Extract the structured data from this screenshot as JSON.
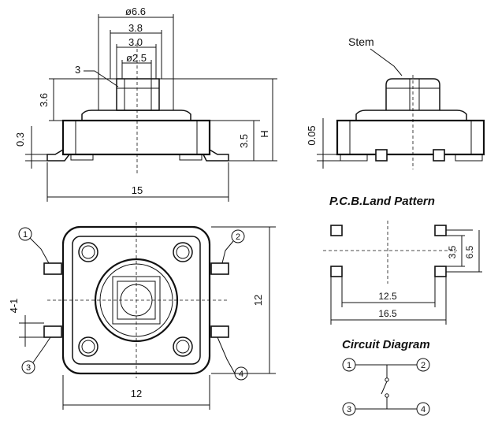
{
  "front_view": {
    "dims": {
      "stem_cap": "ø6.6",
      "stem_38": "3.8",
      "stem_30": "3.0",
      "stem_25": "ø2.5",
      "ref_3": "3",
      "height_36": "3.6",
      "height_03": "0.3",
      "height_35": "3.5",
      "height_H": "H",
      "width_15": "15"
    }
  },
  "side_view": {
    "stem_label": "Stem",
    "dims": {
      "height_005": "0.05"
    }
  },
  "top_view": {
    "dims": {
      "pitch_4_1": "4-1",
      "width_12": "12",
      "height_12": "12"
    },
    "pins": [
      "1",
      "2",
      "3",
      "4"
    ]
  },
  "land_pattern": {
    "title": "P.C.B.Land Pattern",
    "dims": {
      "h_35": "3.5",
      "h_65": "6.5",
      "w_125": "12.5",
      "w_165": "16.5"
    }
  },
  "circuit": {
    "title": "Circuit Diagram",
    "pins": [
      "1",
      "2",
      "3",
      "4"
    ]
  }
}
